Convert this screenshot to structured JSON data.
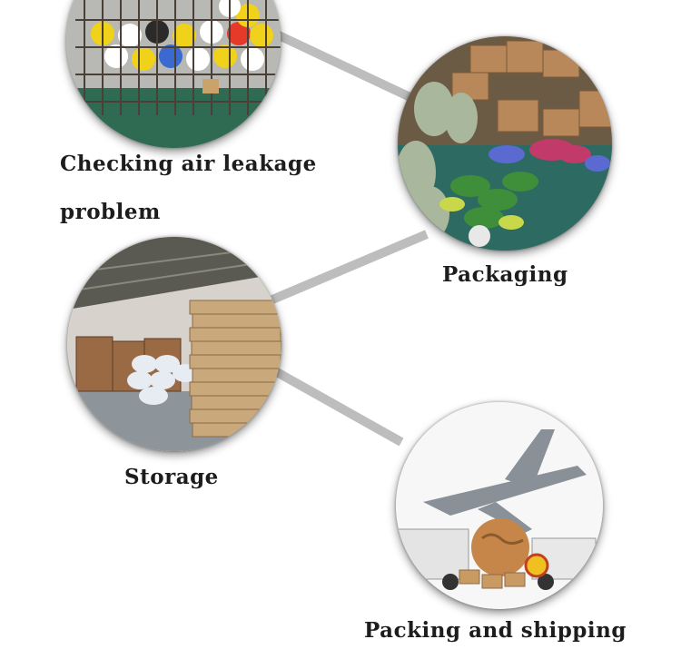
{
  "steps": [
    {
      "id": "check",
      "caption_line1": "Checking air leakage",
      "caption_line2": "problem",
      "photo": "ball-cage-photo"
    },
    {
      "id": "pack",
      "caption": "Packaging",
      "photo": "packaging-photo"
    },
    {
      "id": "store",
      "caption": "Storage",
      "photo": "warehouse-photo"
    },
    {
      "id": "ship",
      "caption": "Packing and shipping",
      "photo": "shipping-photo"
    }
  ],
  "colors": {
    "connector": "#bdbdbd",
    "caption": "#1d1d1d",
    "background": "#ffffff"
  }
}
